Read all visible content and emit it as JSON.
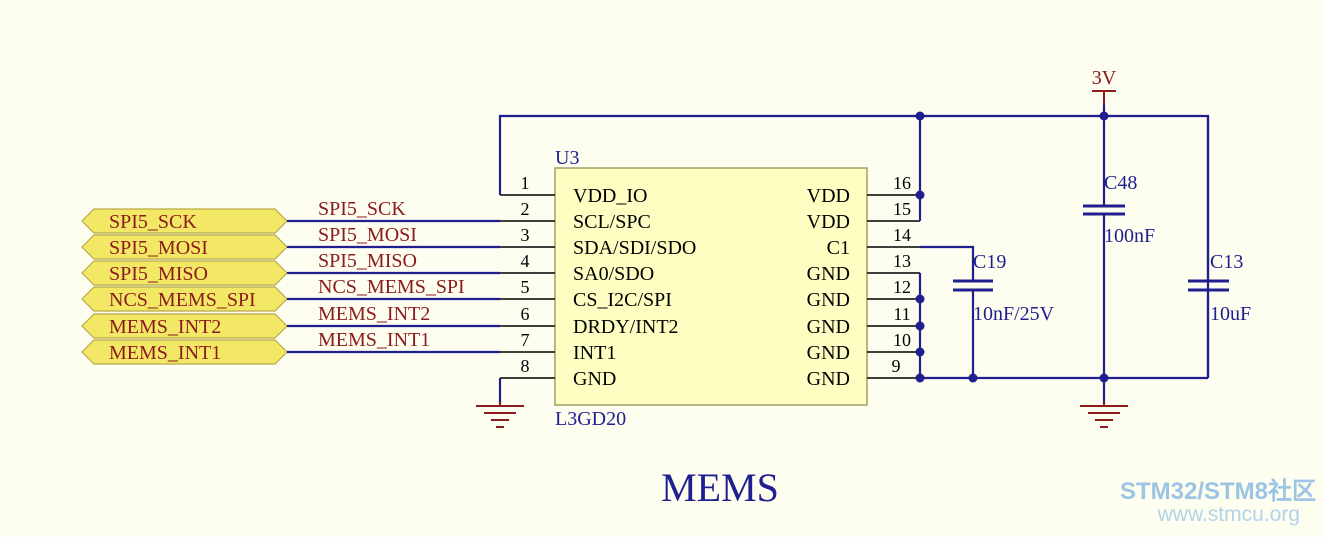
{
  "title": "MEMS",
  "chip": {
    "ref": "U3",
    "part": "L3GD20",
    "left_pins": [
      {
        "num": "1",
        "name": "VDD_IO"
      },
      {
        "num": "2",
        "name": "SCL/SPC"
      },
      {
        "num": "3",
        "name": "SDA/SDI/SDO"
      },
      {
        "num": "4",
        "name": "SA0/SDO"
      },
      {
        "num": "5",
        "name": "CS_I2C/SPI"
      },
      {
        "num": "6",
        "name": "DRDY/INT2"
      },
      {
        "num": "7",
        "name": "INT1"
      },
      {
        "num": "8",
        "name": "GND"
      }
    ],
    "right_pins": [
      {
        "num": "16",
        "name": "VDD"
      },
      {
        "num": "15",
        "name": "VDD"
      },
      {
        "num": "14",
        "name": "C1"
      },
      {
        "num": "13",
        "name": "GND"
      },
      {
        "num": "12",
        "name": "GND"
      },
      {
        "num": "11",
        "name": "GND"
      },
      {
        "num": "10",
        "name": "GND"
      },
      {
        "num": "9",
        "name": "GND"
      }
    ]
  },
  "ports": [
    "SPI5_SCK",
    "SPI5_MOSI",
    "SPI5_MISO",
    "NCS_MEMS_SPI",
    "MEMS_INT2",
    "MEMS_INT1"
  ],
  "net_labels": [
    "SPI5_SCK",
    "SPI5_MOSI",
    "SPI5_MISO",
    "NCS_MEMS_SPI",
    "MEMS_INT2",
    "MEMS_INT1"
  ],
  "power": {
    "label": "3V"
  },
  "capacitors": [
    {
      "ref": "C19",
      "value": "10nF/25V"
    },
    {
      "ref": "C48",
      "value": "100nF"
    },
    {
      "ref": "C13",
      "value": "10uF"
    }
  ],
  "watermark": {
    "line1": "STM32/STM8社区",
    "line2": "www.stmcu.org"
  },
  "colors": {
    "wire": "#1f1f8f",
    "net_label": "#8b1a1a",
    "port_fill": "#f3e866",
    "chip_fill": "#fefec2",
    "background": "#fdfdf0"
  }
}
